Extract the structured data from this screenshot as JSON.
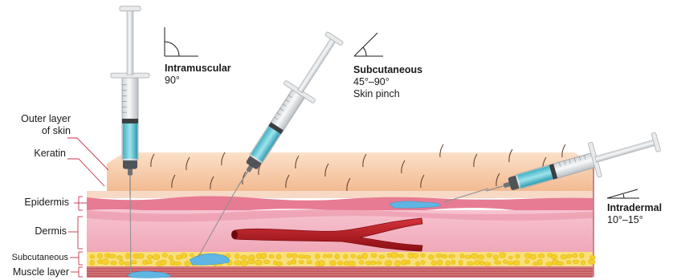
{
  "methods": [
    {
      "name": "Intramuscular",
      "angle": "90°",
      "note": ""
    },
    {
      "name": "Subcutaneous",
      "angle": "45°–90°",
      "note": "Skin pinch"
    },
    {
      "name": "Intradermal",
      "angle": "10°–15°",
      "note": ""
    }
  ],
  "layers": {
    "outer_line1": "Outer layer",
    "outer_line2": "of skin",
    "keratin": "Keratin",
    "epidermis": "Epidermis",
    "dermis": "Dermis",
    "subcutaneous": "Subcutaneous",
    "muscle": "Muscle layer"
  },
  "colors": {
    "skin_top": "#f7c9a6",
    "epidermis": "#e77b94",
    "dermis": "#f4b7c4",
    "fat": "#f5d230",
    "muscle": "#c9545a",
    "vessel": "#a8191d",
    "fluid": "#5fb6e4",
    "label_line": "#c8334a"
  }
}
